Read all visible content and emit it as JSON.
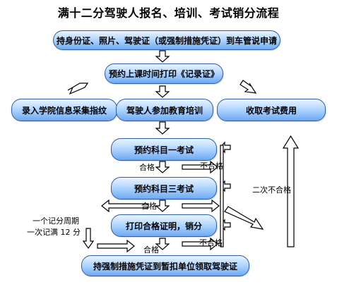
{
  "title": "满十二分驾驶人报名、培训、考试销分流程",
  "nodes": {
    "apply": "持身份证、照片、驾驶证（或强制措施凭证）到车管说申请",
    "book_class": "预约上课时间打印《记录证》",
    "fingerprint": "录入学院信息采集指纹",
    "training": "驾驶人参加教育培训",
    "fee": "收取考试费用",
    "subject1": "预约科目一考试",
    "subject3": "预约科目三考试",
    "print_cert": "打印合格证明，销分",
    "collect_license": "持强制措施凭证到暂扣单位领取驾驶证"
  },
  "labels": {
    "pass_1": "合格",
    "fail_1": "不合格",
    "pass_2": "合格",
    "fail_2": "二次不合格",
    "pass_3": "合格",
    "fail_3": "不合格",
    "cycle_line1": "一个记分周期",
    "cycle_line2": "一次记满 12 分"
  }
}
